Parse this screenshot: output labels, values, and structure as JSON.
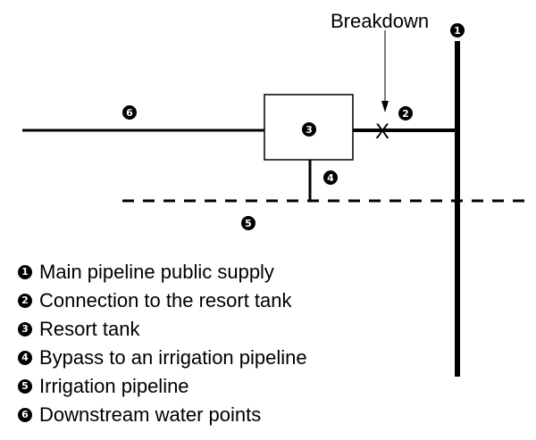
{
  "diagram": {
    "breakdown_label": "Breakdown",
    "breakdown_marker": "X",
    "markers": {
      "main_pipeline": "1",
      "connection": "2",
      "resort_tank": "3",
      "bypass": "4",
      "irrigation": "5",
      "downstream": "6"
    }
  },
  "legend": [
    {
      "num": "1",
      "label": "Main pipeline public supply"
    },
    {
      "num": "2",
      "label": "Connection to the resort tank"
    },
    {
      "num": "3",
      "label": "Resort tank"
    },
    {
      "num": "4",
      "label": "Bypass to an irrigation pipeline"
    },
    {
      "num": "5",
      "label": "Irrigation pipeline"
    },
    {
      "num": "6",
      "label": "Downstream water points"
    }
  ]
}
